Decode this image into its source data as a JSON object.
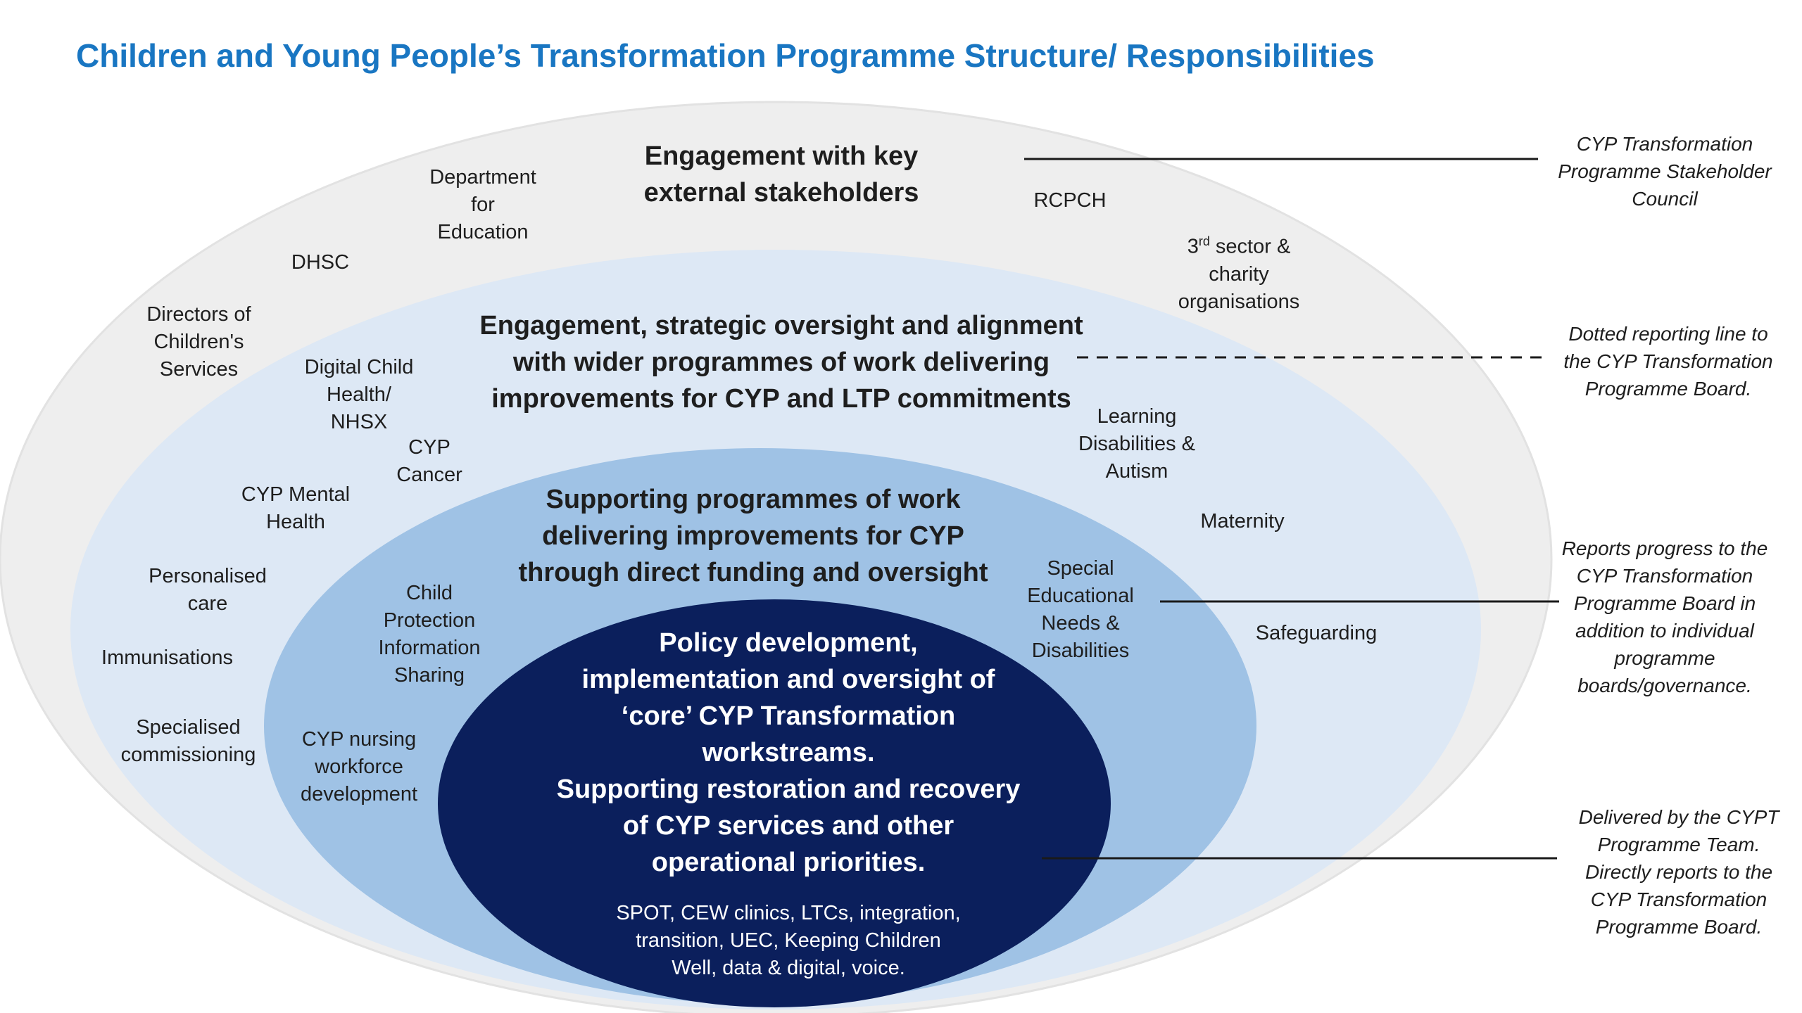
{
  "title": "Children and Young People’s Transformation Programme Structure/ Responsibilities",
  "rings": {
    "outer": {
      "heading": "Engagement with key\nexternal stakeholders",
      "items": {
        "dfe": "Department\nfor\nEducation",
        "dhsc": "DHSC",
        "rcpch": "RCPCH",
        "third_sector_sup": "rd",
        "third_sector_rest": " sector &\ncharity\norganisations",
        "third_sector_prefix": "3",
        "dcs": "Directors of\nChildren's\nServices",
        "immunisations": "Immunisations",
        "specialised": "Specialised\ncommissioning",
        "personalised": "Personalised\ncare",
        "safeguarding": "Safeguarding"
      }
    },
    "second": {
      "heading": "Engagement, strategic oversight and alignment\nwith wider programmes of work delivering\nimprovements for CYP and LTP commitments",
      "items": {
        "digital": "Digital Child\nHealth/\nNHSX",
        "cancer": "CYP\nCancer",
        "mental": "CYP Mental\nHealth",
        "ld_autism": "Learning\nDisabilities &\nAutism",
        "maternity": "Maternity"
      }
    },
    "third": {
      "heading": "Supporting programmes of work\ndelivering improvements for CYP\nthrough direct funding and oversight",
      "items": {
        "child_protection": "Child\nProtection\nInformation\nSharing",
        "nursing": "CYP nursing\nworkforce\ndevelopment",
        "send": "Special\nEducational\nNeeds &\nDisabilities"
      }
    },
    "core": {
      "heading": "Policy development,\nimplementation and oversight of\n‘core’ CYP Transformation\nworkstreams.\nSupporting restoration and recovery\nof CYP services and other\noperational priorities.",
      "list": "SPOT, CEW clinics, LTCs, integration,\ntransition, UEC, Keeping Children\nWell, data & digital, voice."
    }
  },
  "notes": {
    "stakeholder_council": "CYP Transformation\nProgramme Stakeholder\nCouncil",
    "dotted_line": "Dotted reporting line to\nthe CYP Transformation\nProgramme Board.",
    "reports_progress": "Reports progress to the\nCYP Transformation\nProgramme Board in\naddition to individual\nprogramme\nboards/governance.",
    "delivered_by": "Delivered by the CYPT\nProgramme Team.\nDirectly reports to the\nCYP Transformation\nProgramme Board."
  },
  "colors": {
    "title": "#1976c2",
    "outer_ring": "#eeeeee",
    "second_ring": "#dde8f5",
    "third_ring": "#9fc2e5",
    "core": "#0b1f5c"
  }
}
